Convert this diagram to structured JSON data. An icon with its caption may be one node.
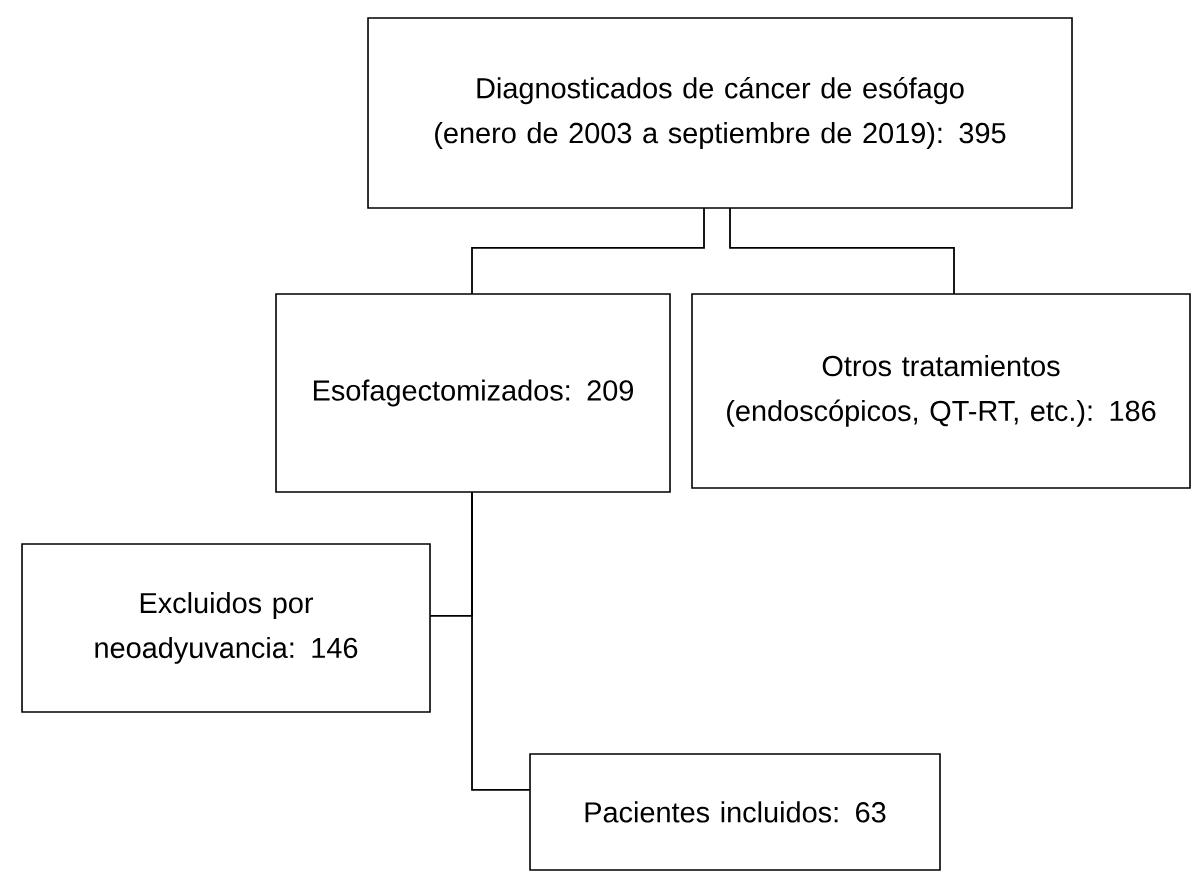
{
  "diagram": {
    "nodes": [
      {
        "text": [
          "Diagnosticados de cáncer de esófago (enero de 2003 a septiembre de 2019): 395"
        ]
      },
      {
        "text": [
          "Esofagectomizados: 209"
        ]
      },
      {
        "text": [
          "Otros tratamientos (endoscópicos, QT-RT, etc.): 186"
        ]
      },
      {
        "text": [
          "Excluidos por neoadyuvancia: 146"
        ]
      },
      {
        "text": [
          "Pacientes incluidos: 63"
        ]
      }
    ],
    "edges": [
      {
        "from": 0,
        "to": 1,
        "arrow": "none"
      },
      {
        "from": 0,
        "to": 2,
        "arrow": "none"
      },
      {
        "from": 1,
        "to": 3,
        "arrow": "none"
      },
      {
        "from": 1,
        "to": 4,
        "arrow": "none"
      }
    ]
  }
}
